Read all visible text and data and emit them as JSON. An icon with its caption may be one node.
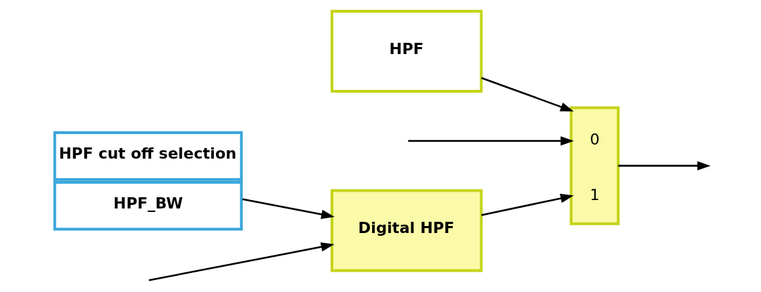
{
  "diagram": {
    "nodes": [
      {
        "text": [
          "Digital HPF"
        ]
      },
      {
        "text": [
          "0",
          "1"
        ]
      },
      {
        "text": [
          "HPF"
        ]
      },
      {
        "text": [
          "HPF cut off selection",
          "HPF_BW"
        ]
      }
    ],
    "edges": [
      {
        "from": null,
        "to": 1,
        "arrow": "to"
      },
      {
        "from": null,
        "to": 0,
        "arrow": "to"
      },
      {
        "from": 0,
        "to": 1,
        "arrow": "to"
      },
      {
        "from": 1,
        "to": null,
        "arrow": "to"
      },
      {
        "from": 2,
        "to": 1,
        "arrow": "to"
      },
      {
        "from": 3,
        "to": 0,
        "arrow": "to"
      }
    ]
  }
}
